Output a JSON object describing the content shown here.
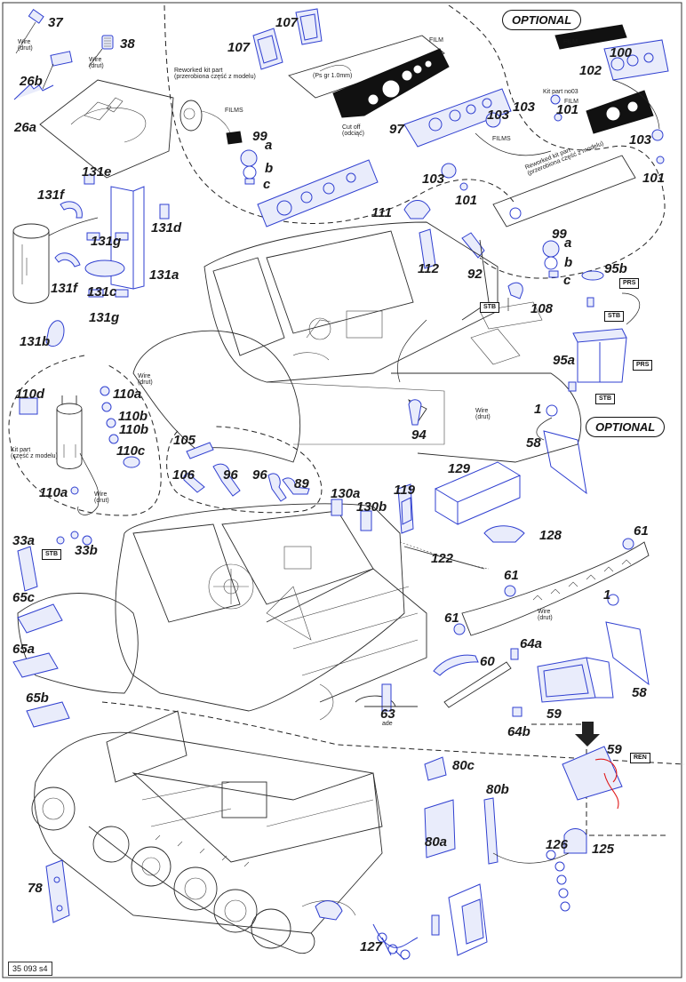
{
  "sheet_code": "35 093 s4",
  "optional_labels": [
    "OPTIONAL",
    "OPTIONAL"
  ],
  "part_numbers": {
    "p37": "37",
    "p38": "38",
    "p26b": "26b",
    "p26a": "26a",
    "p107a": "107",
    "p107b": "107",
    "p99a": "99",
    "p99a_a": "a",
    "p99a_b": "b",
    "p99a_c": "c",
    "p97": "97",
    "p103a": "103",
    "p103b": "103",
    "p103c": "103",
    "p103d": "103",
    "p101a": "101",
    "p101b": "101",
    "p101c": "101",
    "p100": "100",
    "p102": "102",
    "p99b": "99",
    "p99b_a": "a",
    "p99b_b": "b",
    "p99b_c": "c",
    "p131e": "131e",
    "p131f_a": "131f",
    "p131g_a": "131g",
    "p131d": "131d",
    "p131a": "131a",
    "p131f_b": "131f",
    "p131c": "131c",
    "p131g_b": "131g",
    "p131b": "131b",
    "p111": "111",
    "p112": "112",
    "p92": "92",
    "p108": "108",
    "p95b": "95b",
    "p95a": "95a",
    "p94": "94",
    "p110d": "110d",
    "p110a_a": "110a",
    "p110b_a": "110b",
    "p110b_b": "110b",
    "p110c": "110c",
    "p110a_b": "110a",
    "p105": "105",
    "p106": "106",
    "p96a": "96",
    "p96b": "96",
    "p89": "89",
    "p1a": "1",
    "p58a": "58",
    "p129": "129",
    "p119": "119",
    "p128": "128",
    "p61a": "61",
    "p61b": "61",
    "p61c": "61",
    "p122": "122",
    "p130a": "130a",
    "p130b": "130b",
    "p33a": "33a",
    "p33b": "33b",
    "p65c": "65c",
    "p65a": "65a",
    "p65b": "65b",
    "p60": "60",
    "p64a": "64a",
    "p64b": "64b",
    "p63": "63",
    "p63_sub": "ade",
    "p1b": "1",
    "p58b": "58",
    "p59a": "59",
    "p59b": "59",
    "p80c": "80c",
    "p80b": "80b",
    "p80a": "80a",
    "p126": "126",
    "p125": "125",
    "p78": "78",
    "p127": "127"
  },
  "notes": {
    "wire_drut_1": [
      "Wire",
      "(drut)"
    ],
    "wire_drut_2": [
      "Wire",
      "(drut)"
    ],
    "wire_drut_3": [
      "Wire",
      "(drut)"
    ],
    "wire_drut_4": [
      "Wire",
      "(drut)"
    ],
    "wire_drut_5": [
      "Wire",
      "(drut)"
    ],
    "wire_drut_6": [
      "Wire",
      "(drut)"
    ],
    "reworked_1": [
      "Reworked kit part",
      "(przerobiona część z modelu)"
    ],
    "reworked_2": [
      "Reworked kit part",
      "(przerobiona część z modelu)"
    ],
    "films_1": "FILMS",
    "films_2": "FILMS",
    "film_1": "FILM",
    "film_2": "FILM",
    "ps_gr": "(Ps gr 1.0mm)",
    "cutoff": [
      "Cut off",
      "(odciąć)"
    ],
    "kitpart_no03": "Kit part no03",
    "kitpart_2": [
      "Kit part",
      "(część z modelu)"
    ]
  },
  "boxes": {
    "stb1": "STB",
    "stb2": "STB",
    "stb3": "STB",
    "stb4": "STB",
    "prs1": "PRS",
    "prs2": "PRS",
    "ren": "REN"
  }
}
